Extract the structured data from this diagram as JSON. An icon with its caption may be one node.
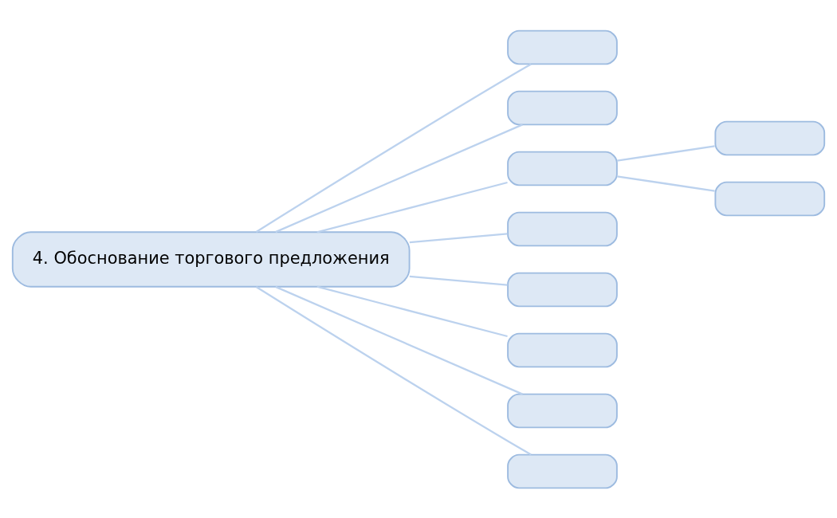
{
  "diagram": {
    "nodes": [
      {
        "text": [
          "4. Обоснование торгового предложения"
        ]
      },
      {
        "text": [],
        "shape": "box"
      },
      {
        "text": [],
        "shape": "box"
      },
      {
        "text": [],
        "shape": "box"
      },
      {
        "text": [],
        "shape": "box"
      },
      {
        "text": [],
        "shape": "box"
      },
      {
        "text": [],
        "shape": "box"
      },
      {
        "text": [],
        "shape": "box"
      },
      {
        "text": [],
        "shape": "box"
      },
      {
        "text": [],
        "shape": "box"
      },
      {
        "text": [],
        "shape": "box"
      }
    ],
    "edges": [
      {
        "from": 0,
        "to": 1,
        "arrow": "none"
      },
      {
        "from": 0,
        "to": 2,
        "arrow": "none"
      },
      {
        "from": 0,
        "to": 3,
        "arrow": "none"
      },
      {
        "from": 0,
        "to": 4,
        "arrow": "none"
      },
      {
        "from": 0,
        "to": 5,
        "arrow": "none"
      },
      {
        "from": 0,
        "to": 6,
        "arrow": "none"
      },
      {
        "from": 0,
        "to": 7,
        "arrow": "none"
      },
      {
        "from": 0,
        "to": 8,
        "arrow": "none"
      },
      {
        "from": 3,
        "to": 9,
        "arrow": "none"
      },
      {
        "from": 3,
        "to": 10,
        "arrow": "none"
      }
    ]
  }
}
